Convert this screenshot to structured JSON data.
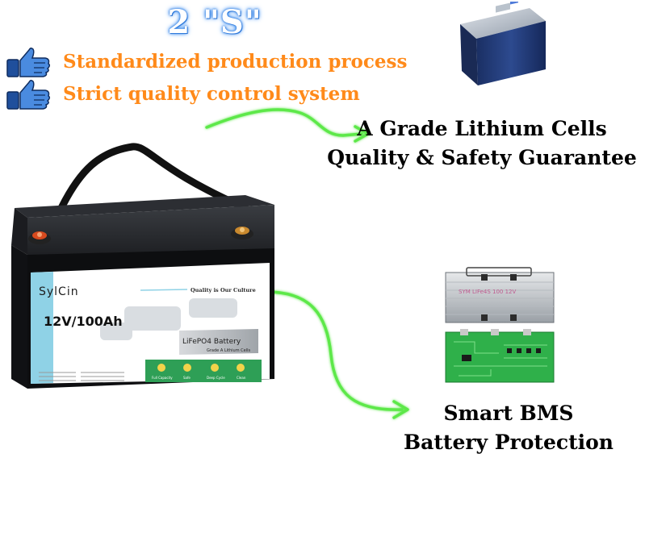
{
  "headline": "2 \"S\"",
  "points": [
    {
      "icon": "thumbs-up-icon",
      "text": "Standardized production process"
    },
    {
      "icon": "thumbs-up-icon",
      "text": "Strict quality control system"
    }
  ],
  "cells_caption": {
    "line1": "A Grade Lithium Cells",
    "line2": "Quality & Safety Guarantee"
  },
  "bms_caption": {
    "line1": "Smart BMS",
    "line2": "Battery Protection"
  },
  "battery": {
    "brand": "SylCin",
    "slogan": "Quality is Our Culture",
    "model": "12V/100Ah",
    "chem_label": "LiFePO4 Battery",
    "grade": "Grade A Lithium Cells",
    "features": [
      "Full Capacity",
      "Safe",
      "Deep Cycle",
      "Clean"
    ]
  },
  "colors": {
    "accent_orange": "#ff8a1a",
    "arrow_green": "#5de84a",
    "headline_glow": "#2f7de0",
    "thumb_blue": "#2457a8"
  }
}
